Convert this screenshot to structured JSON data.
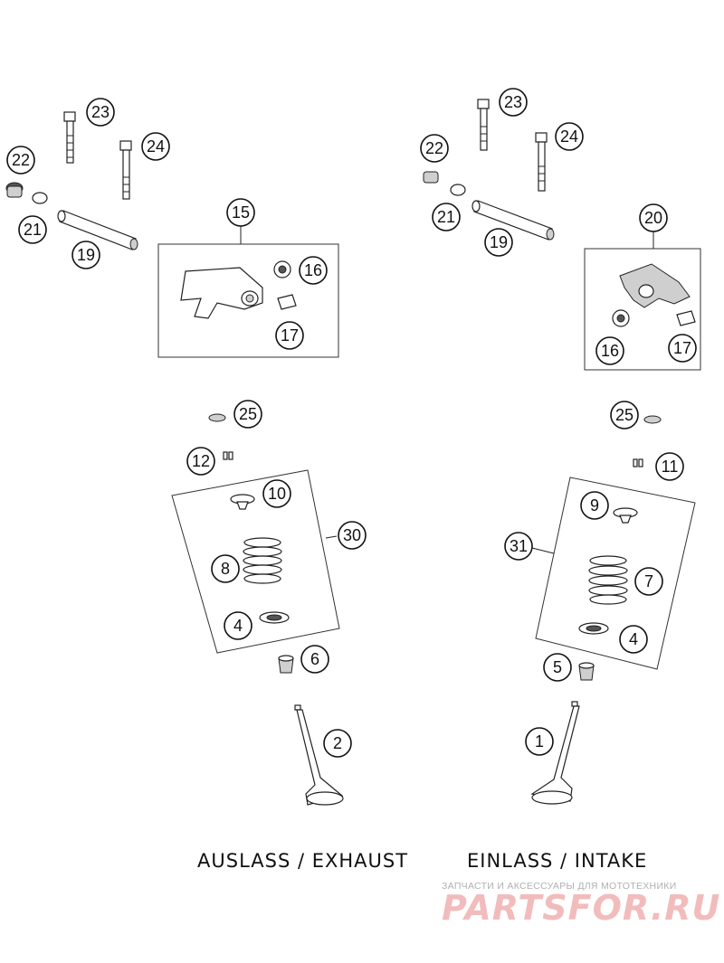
{
  "captions": {
    "exhaust": "AUSLASS / EXHAUST",
    "intake": "EINLASS / INTAKE"
  },
  "watermark": {
    "tagline": "ЗАПЧАСТИ И АКСЕССУАРЫ ДЛЯ МОТОТЕХНИКИ",
    "logo": "PARTSFOR.RU"
  },
  "callouts": {
    "ex": {
      "c23": "23",
      "c24": "24",
      "c22": "22",
      "c21": "21",
      "c19": "19",
      "c15": "15",
      "c16": "16",
      "c17": "17",
      "c25": "25",
      "c12": "12",
      "c10": "10",
      "c30": "30",
      "c8": "8",
      "c4": "4",
      "c6": "6",
      "c2": "2"
    },
    "in": {
      "c23": "23",
      "c24": "24",
      "c22": "22",
      "c21": "21",
      "c19": "19",
      "c20": "20",
      "c16": "16",
      "c17": "17",
      "c25": "25",
      "c11": "11",
      "c9": "9",
      "c31": "31",
      "c7": "7",
      "c4": "4",
      "c5": "5",
      "c1": "1"
    }
  },
  "colors": {
    "line": "#111111",
    "watermark_logo": "#f2bcbc",
    "watermark_text": "#b0b0b0"
  }
}
